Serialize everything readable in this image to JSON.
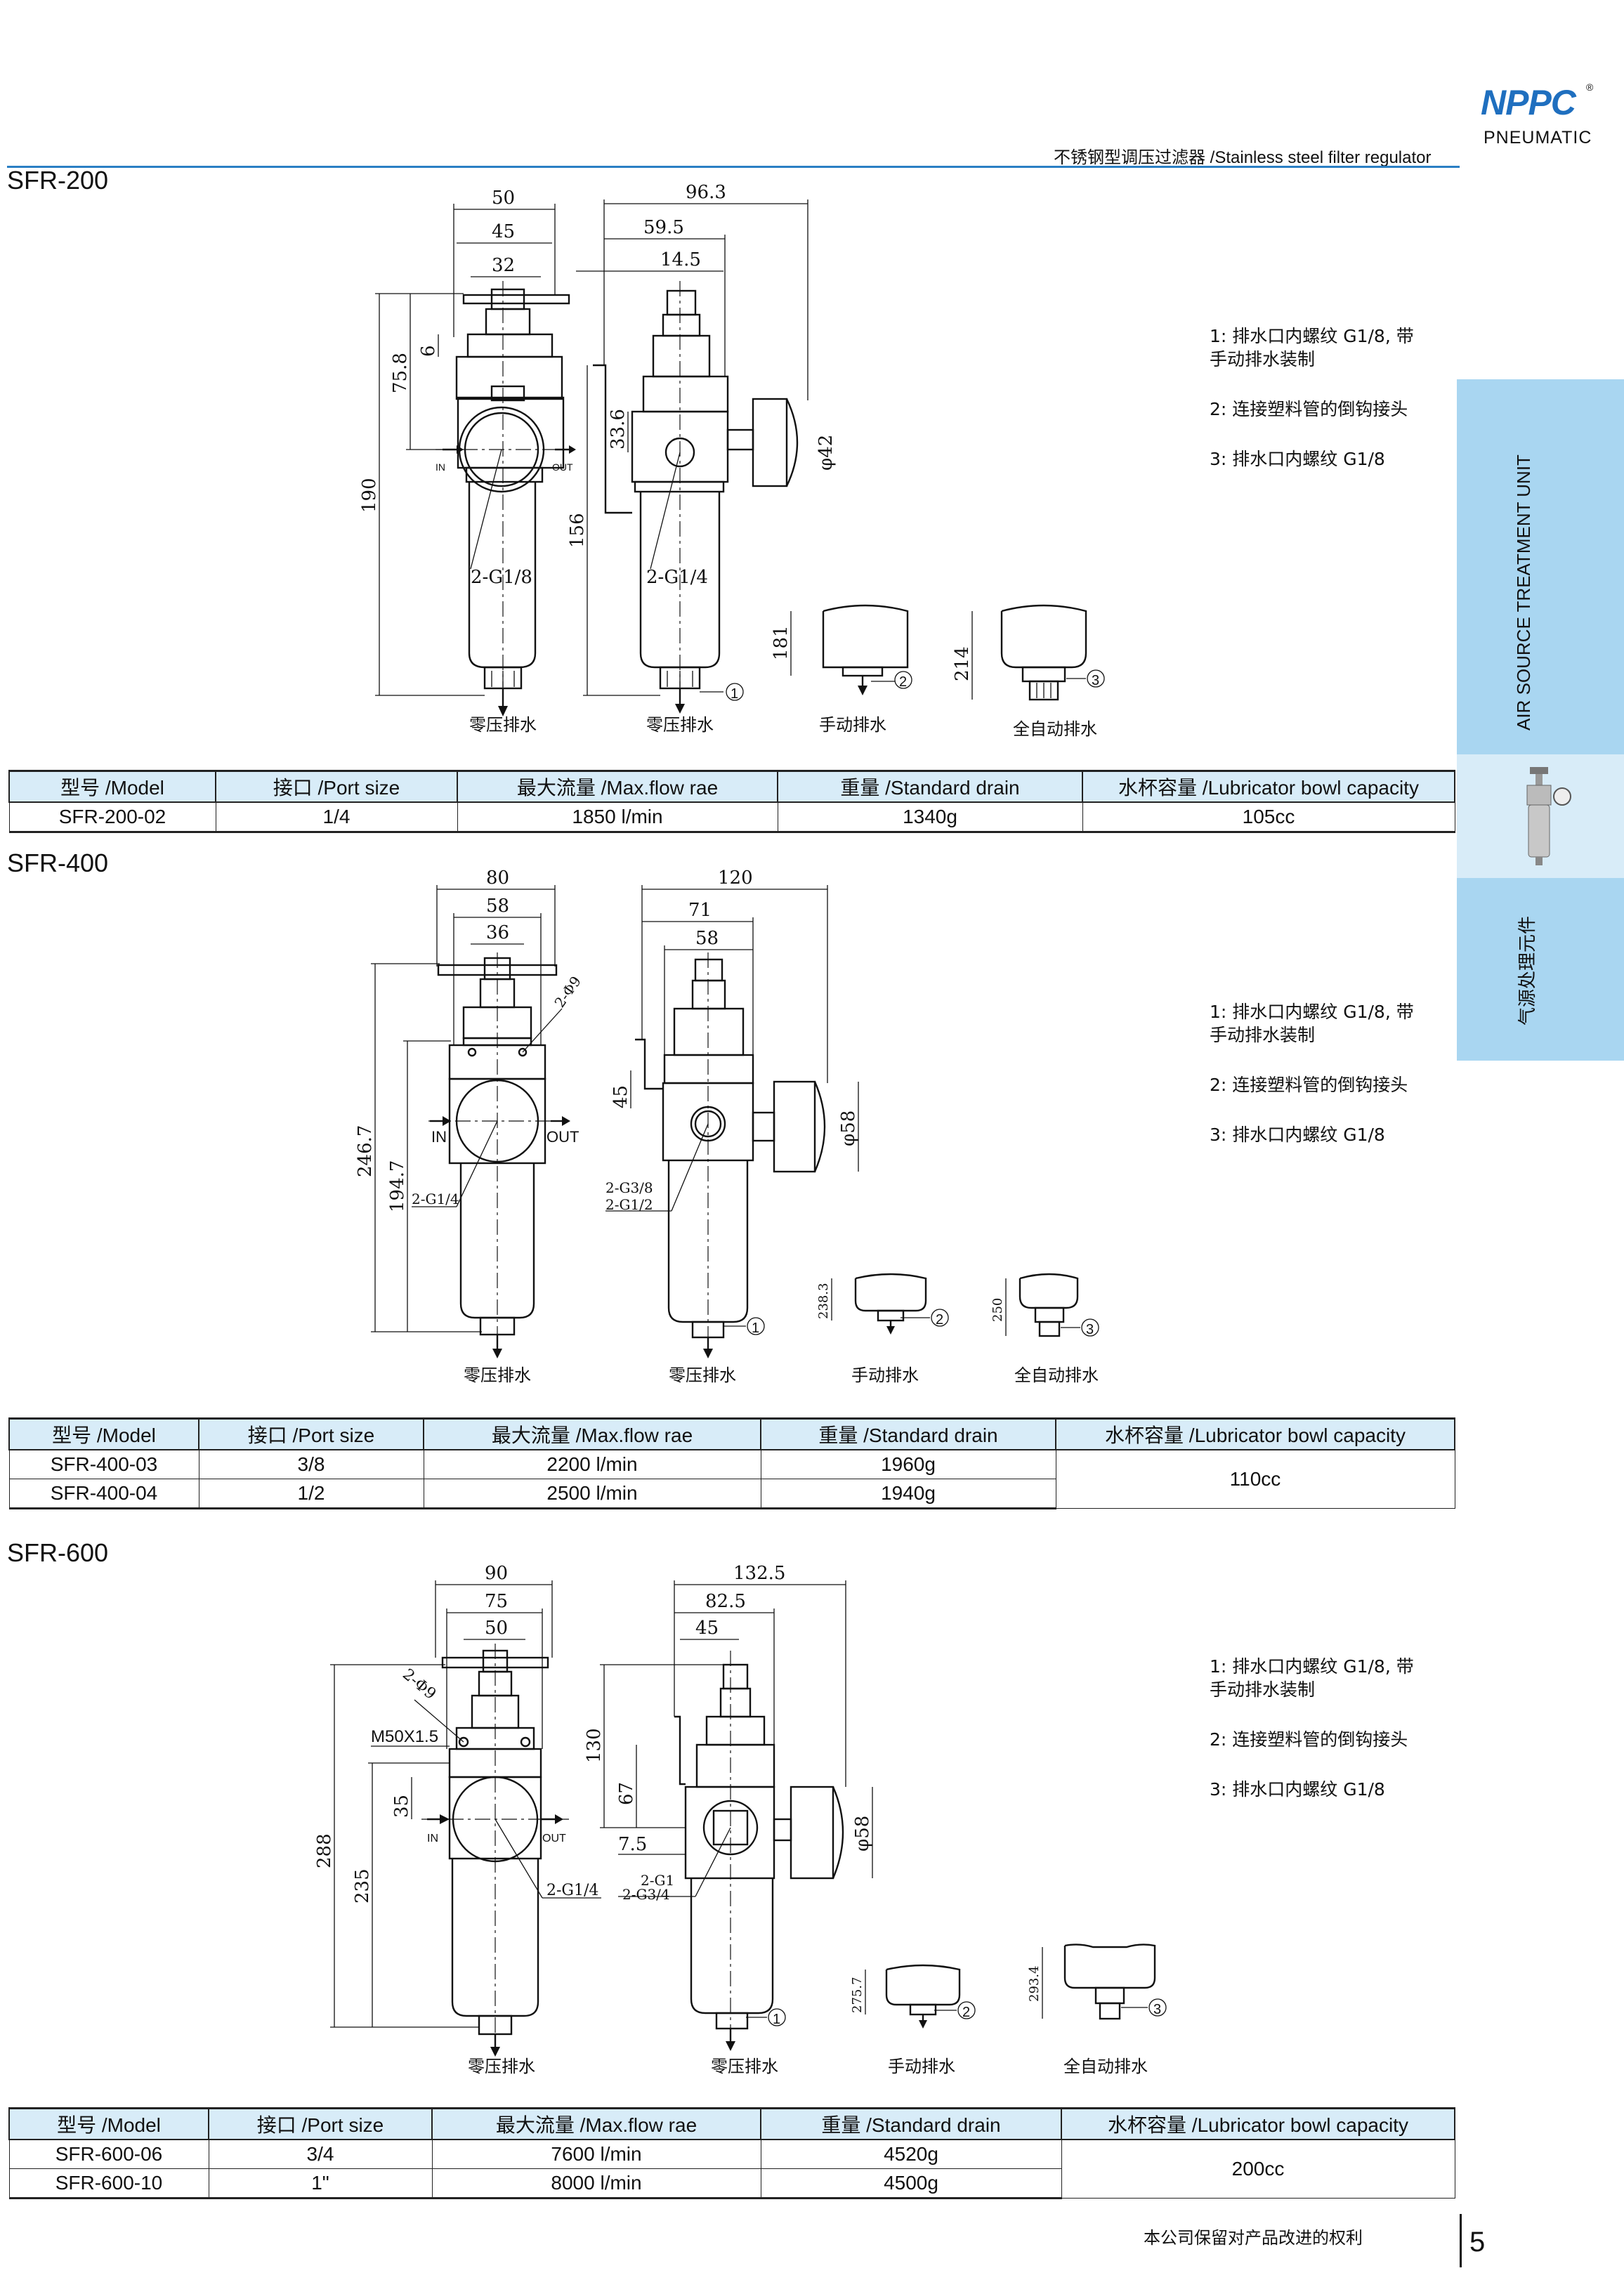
{
  "brand": {
    "logo": "NPPC",
    "registered_mark": "®",
    "subtitle": "PNEUMATIC"
  },
  "header_title": "不锈钢型调压过滤器 /Stainless steel filter regulator",
  "side_tab": {
    "category_en": "AIR SOURCE TREATMENT UNIT",
    "category_cn": "气源处理元件"
  },
  "drain_labels": {
    "zero_pressure": "零压排水",
    "manual": "手动排水",
    "auto": "全自动排水"
  },
  "port_labels": {
    "in": "IN",
    "out": "OUT"
  },
  "callouts": {
    "one": "1",
    "two": "2",
    "three": "3"
  },
  "table_headers": [
    "型号 /Model",
    "接口 /Port size",
    "最大流量 /Max.flow rae",
    "重量 /Standard drain",
    "水杯容量 /Lubricator bowl capacity"
  ],
  "sections": [
    {
      "title": "SFR-200",
      "dims": {
        "front_w1": "50",
        "front_w2": "45",
        "front_w3": "32",
        "front_h_total": "190",
        "front_h_upper": "75.8",
        "front_h_small": "6",
        "front_port": "2-G1/8",
        "side_w1": "96.3",
        "side_w2": "59.5",
        "side_w3": "14.5",
        "side_h_total": "156",
        "side_h_mid": "33.6",
        "gauge": "φ42",
        "side_port": "2-G1/4",
        "manual_h": "181",
        "auto_h": "214"
      },
      "notes": [
        "1: 排水口内螺纹 G1/8, 带手动排水装制",
        "2: 连接塑料管的倒钩接头",
        "3: 排水口内螺纹 G1/8"
      ],
      "rows": [
        {
          "model": "SFR-200-02",
          "port": "1/4",
          "flow": "1850 l/min",
          "weight": "1340g",
          "capacity": "105cc"
        }
      ]
    },
    {
      "title": "SFR-400",
      "dims": {
        "front_w1": "80",
        "front_w2": "58",
        "front_w3": "36",
        "front_h_total": "246.7",
        "front_h_upper": "194.7",
        "front_hole": "2-Φ9",
        "front_port": "2-G1/4",
        "side_w1": "120",
        "side_w2": "71",
        "side_w3": "58",
        "side_h_mid": "45",
        "gauge": "φ58",
        "side_port_a": "2-G3/8",
        "side_port_b": "2-G1/2",
        "manual_h": "238.3",
        "auto_h": "250"
      },
      "notes": [
        "1: 排水口内螺纹 G1/8, 带手动排水装制",
        "2: 连接塑料管的倒钩接头",
        "3: 排水口内螺纹 G1/8"
      ],
      "rows": [
        {
          "model": "SFR-400-03",
          "port": "3/8",
          "flow": "2200 l/min",
          "weight": "1960g",
          "capacity": "110cc"
        },
        {
          "model": "SFR-400-04",
          "port": "1/2",
          "flow": "2500 l/min",
          "weight": "1940g",
          "capacity": ""
        }
      ]
    },
    {
      "title": "SFR-600",
      "dims": {
        "front_w1": "90",
        "front_w2": "75",
        "front_w3": "50",
        "front_h_total": "288",
        "front_h_upper": "235",
        "front_h_small": "35",
        "front_hole": "2-Φ9",
        "thread": "M50X1.5",
        "front_port": "2-G1/4",
        "side_w1": "132.5",
        "side_w2": "82.5",
        "side_w3": "45",
        "side_h_upper": "130",
        "side_h_mid": "67",
        "side_small": "7.5",
        "gauge": "φ58",
        "side_port_a": "2-G1",
        "side_port_b": "2-G3/4",
        "manual_h": "275.7",
        "auto_h": "293.4"
      },
      "notes": [
        "1: 排水口内螺纹 G1/8, 带手动排水装制",
        "2: 连接塑料管的倒钩接头",
        "3: 排水口内螺纹 G1/8"
      ],
      "rows": [
        {
          "model": "SFR-600-06",
          "port": "3/4",
          "flow": "7600 l/min",
          "weight": "4520g",
          "capacity": "200cc"
        },
        {
          "model": "SFR-600-10",
          "port": "1\"",
          "flow": "8000 l/min",
          "weight": "4500g",
          "capacity": ""
        }
      ]
    }
  ],
  "footer": {
    "rights": "本公司保留对产品改进的权利",
    "page": "5"
  },
  "colors": {
    "brand_blue": "#1f6fbf",
    "tab_blue": "#a9d6f1",
    "header_fill": "#d8ecf8"
  }
}
